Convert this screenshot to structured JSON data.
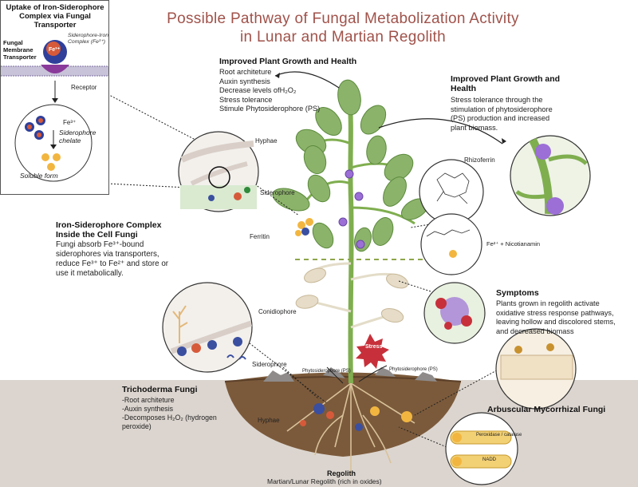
{
  "title_line1": "Possible Pathway of Fungal Metabolization Activity",
  "title_line2": "in Lunar and Martian Regolith",
  "inset": {
    "title_line1": "Uptake of Iron-Siderophore",
    "title_line2": "Complex via Fungal",
    "title_line3": "Transporter",
    "fungal_membrane": "Fungal",
    "membrane": "Membrane",
    "transporter": "Transporter",
    "complex_label_line1": "Siderophore-Iron",
    "complex_label_line2": "Complex (Fe³⁺)",
    "fe_ion": "Fe³⁺",
    "receptor": "Receptor",
    "fe3_label": "Fe³⁺",
    "chelate_line1": "Siderophore",
    "chelate_line2": "chelate",
    "soluble": "Soluble form"
  },
  "improved_center": {
    "heading": "Improved Plant Growth and Health",
    "items": [
      "Root architeture",
      "Auxin synthesis",
      "Decrease levels ofH₂O₂",
      "Stress tolerance",
      "Stimule Phytosiderophore (PS)"
    ]
  },
  "improved_right": {
    "heading_line1": "Improved Plant Growth and",
    "heading_line2": "Health",
    "lines": [
      "Stress tolerance through the",
      "stimulation of phytosiderophore",
      "(PS) production and increased",
      "plant biomass."
    ]
  },
  "labels": {
    "hyphae_top": "Hyphae",
    "siderophore_top": "Siderophore",
    "ferritin": "Ferritin",
    "rhizoferrin": "Rhizoferrin",
    "nicotianamin": "Fe²⁺ + Nicotianamin",
    "conidiophore": "Conidiophore",
    "siderophore_mid": "Siderophore",
    "stress": "Stress",
    "phyto_left": "Phytosiderophore (PS)",
    "phyto_right": "Phytosiderophore (PS)",
    "hyphae_bottom": "Hyphae",
    "regolith": "Regolith",
    "regolith_sub": "Martian/Lunar Regolith (rich in oxides)",
    "peroxidase": "Peroxidase / catalase",
    "nadd": "NADD"
  },
  "iron_complex": {
    "heading_line1": "Iron-Siderophore Complex",
    "heading_line2": "Inside the Cell Fungi",
    "lines": [
      "Fungi absorb Fe³⁺-bound",
      "siderophores via transporters,",
      "reduce Fe³⁺ to Fe²⁺ and store or",
      "use it metabolically."
    ]
  },
  "symptoms": {
    "heading": "Symptoms",
    "lines": [
      "Plants grown in regolith activate",
      "oxidative stress response pathways,",
      "leaving hollow and discolored stems,",
      "and decreased biomass"
    ]
  },
  "trichoderma": {
    "heading": "Trichoderma Fungi",
    "items": [
      "-Root architeture",
      "-Auxin synthesis",
      "-Decomposes H₂O₂ (hydrogen",
      "peroxide)"
    ]
  },
  "amf": {
    "heading": "Arbuscular Mycorrhizal Fungi"
  },
  "colors": {
    "title": "#a0524a",
    "leaf": "#8cb36a",
    "stem": "#7fae4f",
    "soil": "#7a5a3c",
    "flower": "#9b6fd6",
    "ground": "#d9d2cc"
  }
}
